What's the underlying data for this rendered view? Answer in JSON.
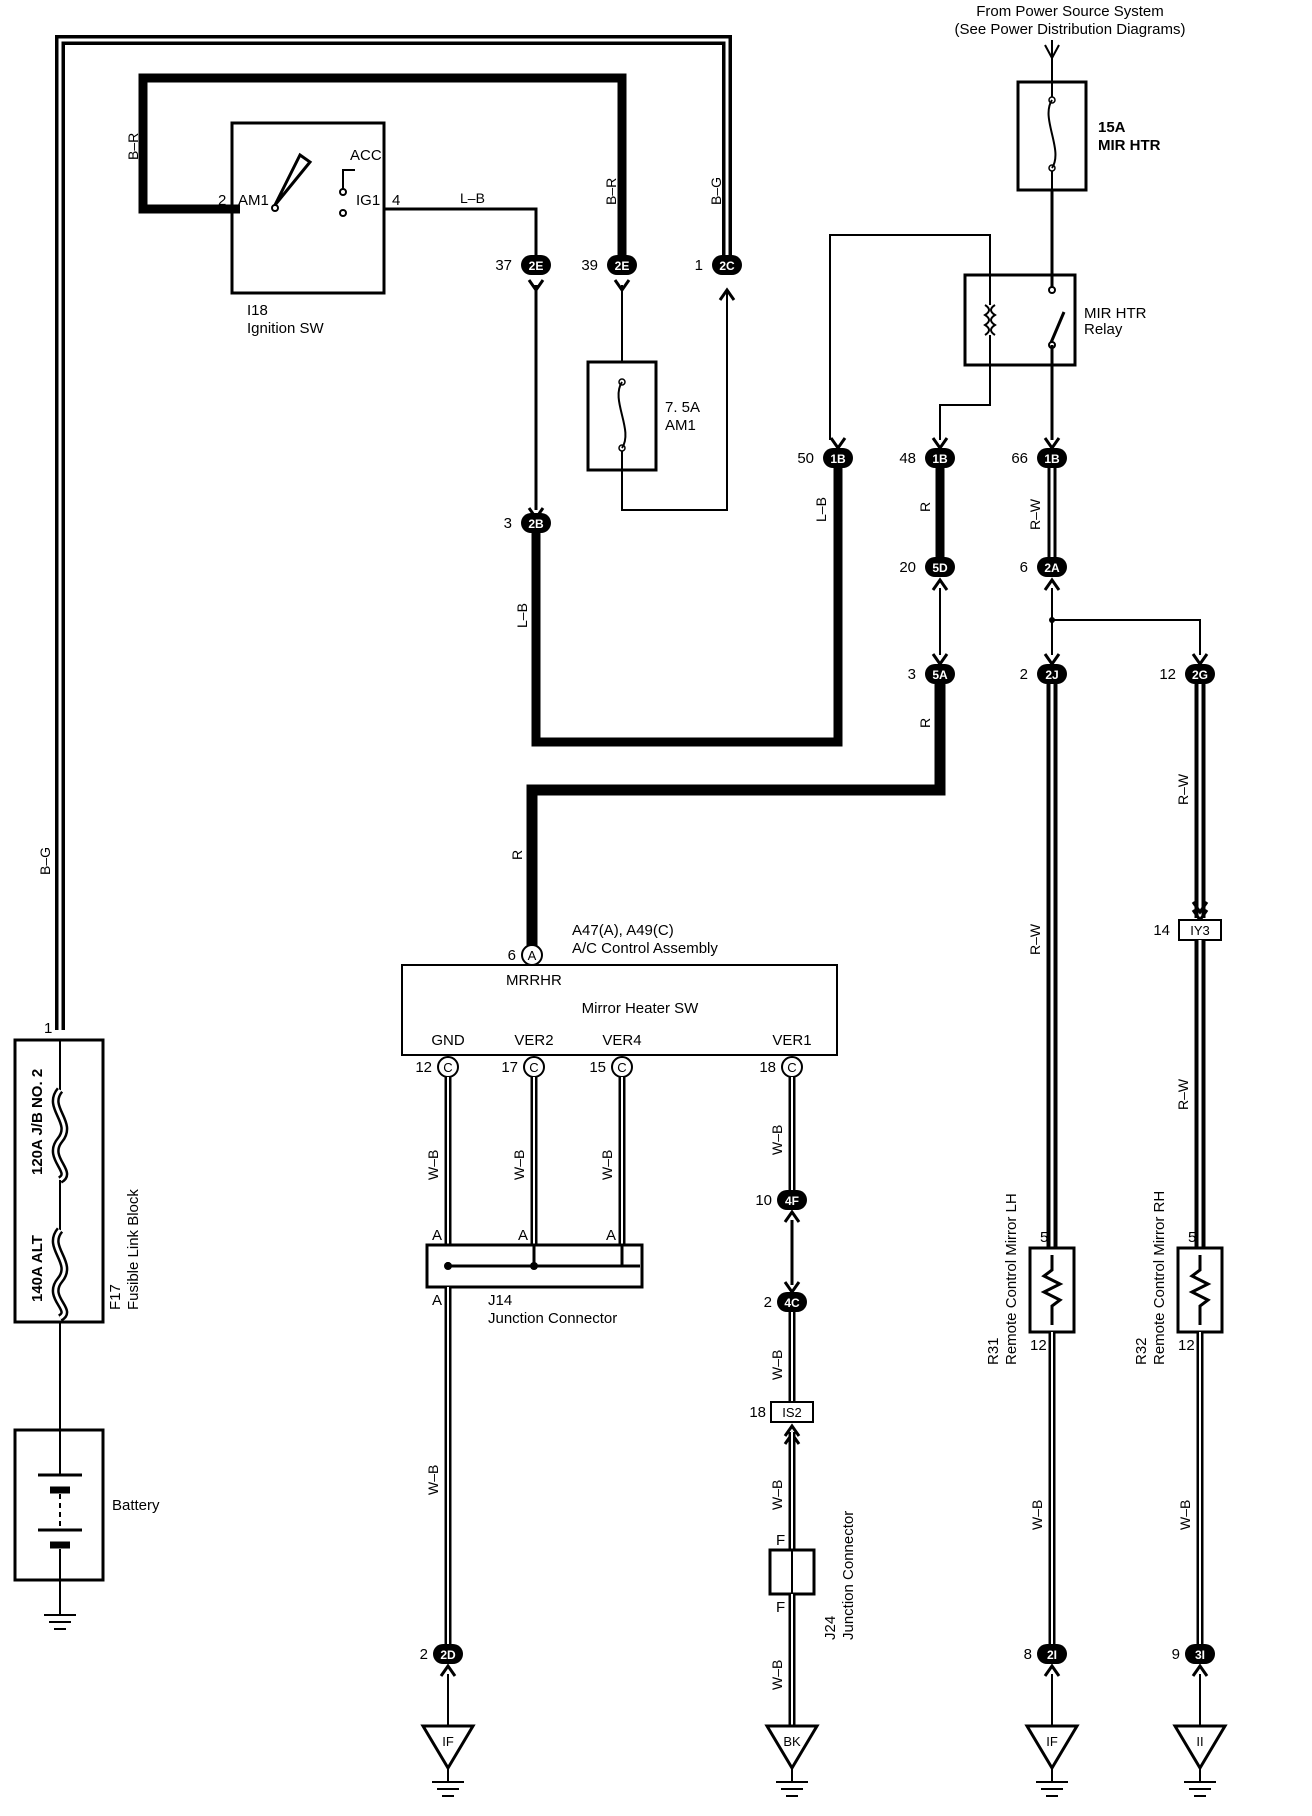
{
  "source": {
    "line1": "From Power Source System",
    "line2": "(See Power Distribution Diagrams)"
  },
  "fuse_mir_htr": {
    "rating": "15A",
    "name": "MIR HTR"
  },
  "fuse_am1": {
    "rating": "7. 5A",
    "name": "AM1"
  },
  "relay": {
    "line1": "MIR HTR",
    "line2": "Relay"
  },
  "ignition": {
    "code": "I18",
    "name": "Ignition SW",
    "am1": "AM1",
    "acc": "ACC",
    "ig1": "IG1",
    "pin_am1": "2",
    "pin_ig1": "4"
  },
  "fusible_block": {
    "code": "F17",
    "name": "Fusible Link Block",
    "fuse1": "120A J/B NO. 2",
    "fuse2": "140A ALT",
    "pin": "1"
  },
  "battery": {
    "name": "Battery"
  },
  "ac_control": {
    "code": "A47(A), A49(C)",
    "name": "A/C Control Assembly",
    "mrrhr": "MRRHR",
    "switch": "Mirror Heater SW",
    "gnd": "GND",
    "ver2": "VER2",
    "ver4": "VER4",
    "ver1": "VER1"
  },
  "junction_j14": {
    "code": "J14",
    "name": "Junction Connector"
  },
  "junction_j24": {
    "code": "J24",
    "name": "Junction Connector"
  },
  "mirror_lh": {
    "code": "R31",
    "name": "Remote Control Mirror LH",
    "pin_top": "5",
    "pin_bot": "12"
  },
  "mirror_rh": {
    "code": "R32",
    "name": "Remote Control Mirror RH",
    "pin_top": "5",
    "pin_bot": "12"
  },
  "connectors": [
    {
      "pin": "37",
      "id": "2E"
    },
    {
      "pin": "39",
      "id": "2E"
    },
    {
      "pin": "1",
      "id": "2C"
    },
    {
      "pin": "3",
      "id": "2B"
    },
    {
      "pin": "50",
      "id": "1B"
    },
    {
      "pin": "48",
      "id": "1B"
    },
    {
      "pin": "66",
      "id": "1B"
    },
    {
      "pin": "20",
      "id": "5D"
    },
    {
      "pin": "6",
      "id": "2A"
    },
    {
      "pin": "3",
      "id": "5A"
    },
    {
      "pin": "2",
      "id": "2J"
    },
    {
      "pin": "12",
      "id": "2G"
    },
    {
      "pin": "14",
      "id": "IY3"
    },
    {
      "pin": "6",
      "id": "A"
    },
    {
      "pin": "12",
      "id": "C"
    },
    {
      "pin": "17",
      "id": "C"
    },
    {
      "pin": "15",
      "id": "C"
    },
    {
      "pin": "18",
      "id": "C"
    },
    {
      "pin": "10",
      "id": "4F"
    },
    {
      "pin": "2",
      "id": "4C"
    },
    {
      "pin": "18",
      "id": "IS2"
    },
    {
      "pin": "2",
      "id": "2D"
    },
    {
      "pin": "8",
      "id": "2I"
    },
    {
      "pin": "9",
      "id": "3I"
    }
  ],
  "wires": {
    "br": "B–R",
    "bg": "B–G",
    "lb": "L–B",
    "r": "R",
    "rw": "R–W",
    "wb": "W–B"
  },
  "junction_pins": {
    "a": "A",
    "f": "F"
  },
  "grounds": [
    "IF",
    "BK",
    "IF",
    "II"
  ]
}
